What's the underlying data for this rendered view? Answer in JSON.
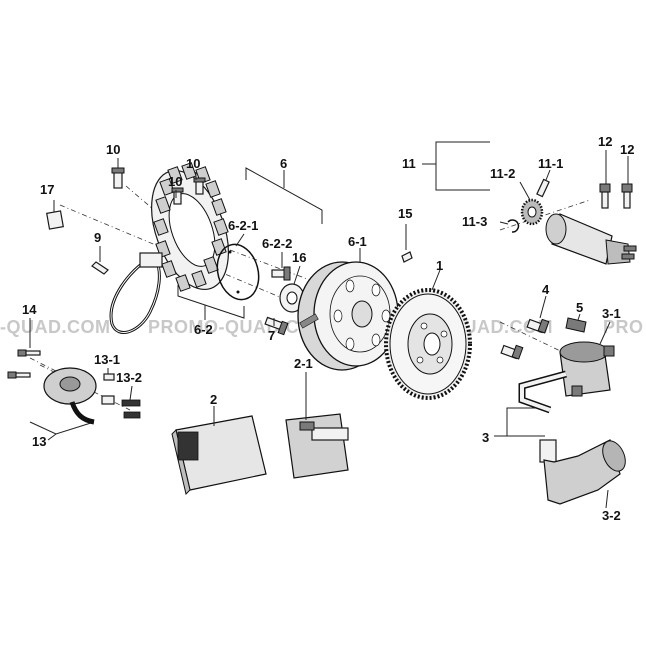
{
  "watermark": {
    "text_1": "-QUAD.COM",
    "text_2": "PROMO-QUAD.COM",
    "text_3": "PROMO-QUAD.COM",
    "text_4": "PRO"
  },
  "callouts": {
    "c1": "1",
    "c2": "2",
    "c2_1": "2-1",
    "c3": "3",
    "c3_1": "3-1",
    "c3_2": "3-2",
    "c4": "4",
    "c5": "5",
    "c6": "6",
    "c6_1": "6-1",
    "c6_2": "6-2",
    "c6_2_1": "6-2-1",
    "c6_2_2": "6-2-2",
    "c7": "7",
    "c9": "9",
    "c10a": "10",
    "c10b": "10",
    "c10c": "10",
    "c11": "11",
    "c11_1": "11-1",
    "c11_2": "11-2",
    "c11_3": "11-3",
    "c12a": "12",
    "c12b": "12",
    "c13": "13",
    "c13_1": "13-1",
    "c13_2": "13-2",
    "c14": "14",
    "c15": "15",
    "c16": "16",
    "c17": "17"
  }
}
